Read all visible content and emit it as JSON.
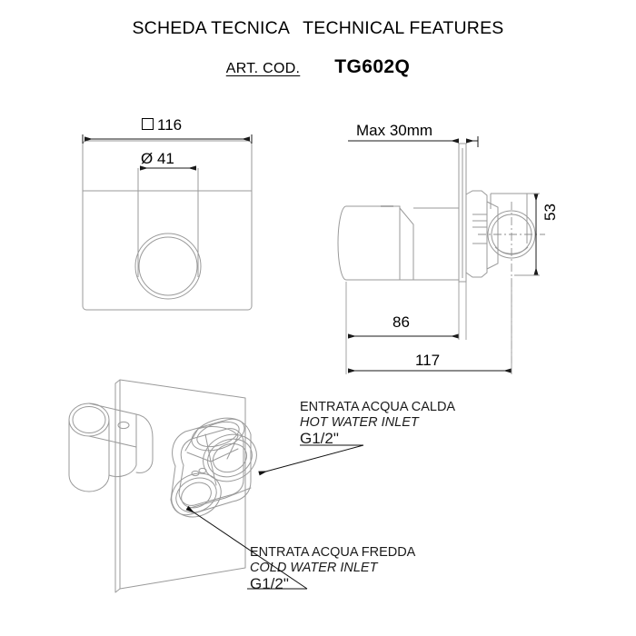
{
  "header": {
    "title_it": "SCHEDA TECNICA",
    "title_en": "TECHNICAL FEATURES",
    "art_label": "ART. COD.",
    "art_code": "TG602Q"
  },
  "views": {
    "front": {
      "name": "front-view",
      "dimensions": {
        "plate_square_symbol": "□",
        "plate_size": "116",
        "diameter_symbol": "Ø",
        "handle_diameter": "41"
      }
    },
    "side": {
      "name": "side-view",
      "dimensions": {
        "wall_thickness": "Max 30mm",
        "height": "53",
        "body_depth": "86",
        "total_depth": "117"
      }
    },
    "iso": {
      "name": "isometric-view",
      "callouts": [
        {
          "id": "hot-water-inlet",
          "line_it": "ENTRATA ACQUA CALDA",
          "line_en": "HOT WATER INLET",
          "thread": "G1/2\""
        },
        {
          "id": "cold-water-inlet",
          "line_it": "ENTRATA ACQUA FREDDA",
          "line_en": "COLD WATER INLET",
          "thread": "G1/2\""
        }
      ]
    }
  },
  "colors": {
    "object_line": "#9a9a9a",
    "dimension_line": "#1a1a1a",
    "text": "#000000",
    "background": "#ffffff"
  }
}
